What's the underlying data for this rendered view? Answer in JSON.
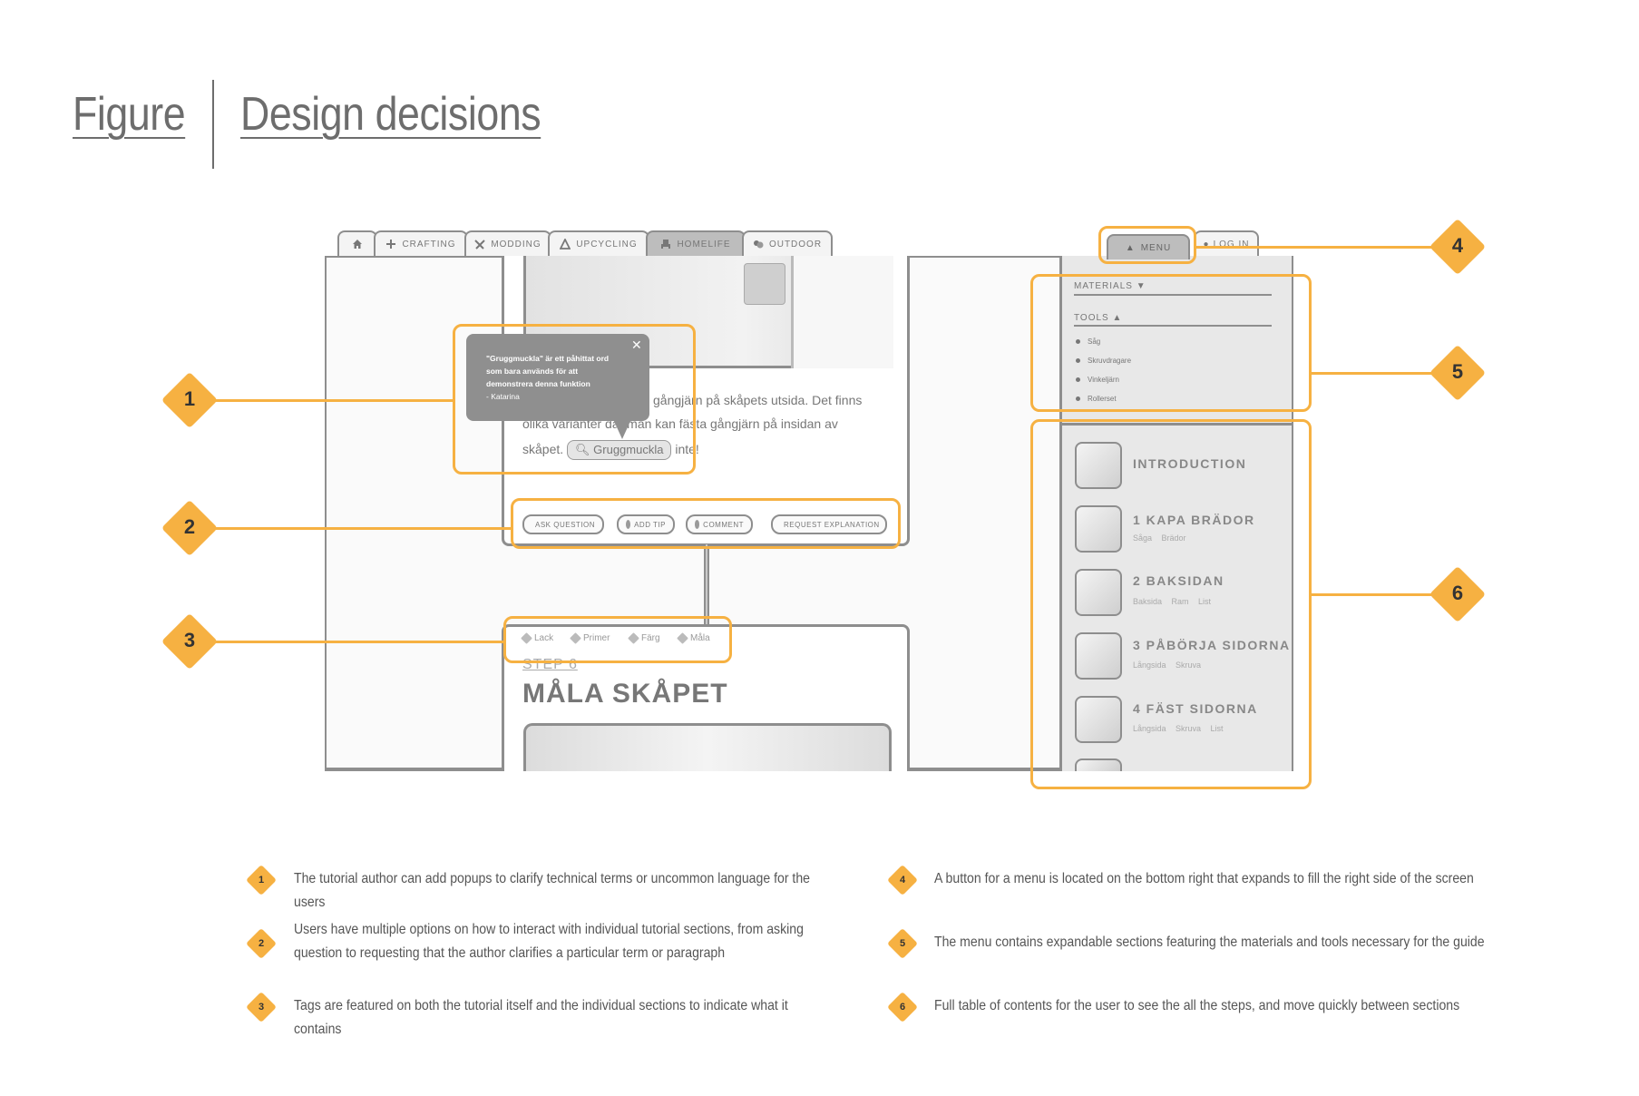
{
  "header": {
    "figure": "Figure",
    "title": "Design decisions"
  },
  "tabs": [
    {
      "label": "",
      "icon": "home-icon"
    },
    {
      "label": "CRAFTING",
      "icon": "crafting-icon"
    },
    {
      "label": "MODDING",
      "icon": "modding-icon"
    },
    {
      "label": "UPCYCLING",
      "icon": "upcycling-icon"
    },
    {
      "label": "HOMELIFE",
      "icon": "homelife-icon",
      "active": true
    },
    {
      "label": "OUTDOOR",
      "icon": "outdoor-icon"
    }
  ],
  "content": {
    "para_line1": "gångjärn på skåpets utsida. Det finns",
    "para_line2": "olika varianter där man kan fästa gångjärn på insidan av",
    "para_line3_pre": "skåpet.",
    "para_line3_post": "inte!",
    "term_chip": "Gruggmuckla",
    "tooltip": {
      "line1": "\"Gruggmuckla\" är ett påhittat ord",
      "line2": "som bara används för att",
      "line3": "demonstrera denna funktion",
      "line4": "- Katarina"
    },
    "actions": [
      "ASK QUESTION",
      "ADD TIP",
      "COMMENT",
      "REQUEST EXPLANATION"
    ],
    "tags": [
      "Lack",
      "Primer",
      "Färg",
      "Måla"
    ],
    "step_label": "STEP 6",
    "step_title": "MÅLA SKÅPET"
  },
  "menu": {
    "menu_button": "MENU",
    "login_button": "LOG IN",
    "materials": "MATERIALS",
    "tools_title": "TOOLS",
    "tools": [
      "Såg",
      "Skruvdragare",
      "Vinkeljärn",
      "Rollerset"
    ],
    "toc": [
      {
        "title": "INTRODUCTION",
        "tags": ""
      },
      {
        "title": "1 KAPA BRÄDOR",
        "tags": "Såga Brädor"
      },
      {
        "title": "2 BAKSIDAN",
        "tags": "Baksida Ram List"
      },
      {
        "title": "3 PÅBÖRJA SIDORNA",
        "tags": "Långsida Skruva"
      },
      {
        "title": "4 FÄST SIDORNA",
        "tags": "Långsida Skruva List"
      }
    ]
  },
  "callouts": [
    "1",
    "2",
    "3",
    "4",
    "5",
    "6"
  ],
  "legend": [
    {
      "num": "1",
      "text": "The tutorial author can add popups to clarify technical terms or uncommon language for the users"
    },
    {
      "num": "2",
      "text": "Users have multiple options on how to interact with individual tutorial sections, from asking question to requesting that the author clarifies a particular term or  paragraph"
    },
    {
      "num": "3",
      "text": "Tags are featured on both the tutorial itself and the individual sections to indicate what it contains"
    },
    {
      "num": "4",
      "text": "A button for a menu is located on the bottom right that expands to fill the right side of the screen"
    },
    {
      "num": "5",
      "text": "The menu contains expandable sections featuring the materials and tools necessary for the guide"
    },
    {
      "num": "6",
      "text": "Full table of contents for the user to see the all the steps, and move quickly between sections"
    }
  ],
  "colors": {
    "accent": "#f6b142",
    "frame": "#8e8e8e",
    "text": "#6d6d6d"
  }
}
